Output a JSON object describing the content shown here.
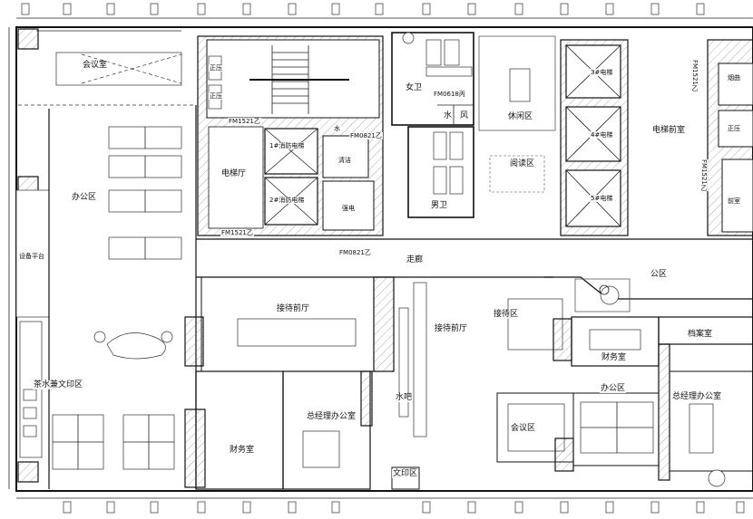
{
  "rooms": {
    "meeting_room": "会议室",
    "office_area": "办公区",
    "equipment_platform": "设备平台",
    "tea_print_area": "茶水兼文印区",
    "elevator_hall": "电梯厅",
    "elevator_1": "1#消防电梯",
    "elevator_2": "2#消防电梯",
    "cleaning": "清洁",
    "water": "水",
    "strong_electric": "强电",
    "female_wc": "女卫",
    "male_wc": "男卫",
    "water_small": "水",
    "wind_small": "风",
    "leisure_area": "休闲区",
    "reading_area": "阅读区",
    "elevator_3": "3#电梯",
    "elevator_4": "4#电梯",
    "elevator_5": "5#电梯",
    "elevator_lobby": "电梯前室",
    "smoke_exhaust": "烟曲",
    "positive_pressure_a": "正压",
    "positive_pressure_b": "正压",
    "positive_pressure_c": "正压",
    "lobby_front_room": "前室",
    "corridor": "走廊",
    "public_area": "公区",
    "reception_hall_left": "接待前厅",
    "reception_hall_right": "接待前厅",
    "reception_area": "接待区",
    "water_bar": "水吧",
    "finance_room_left": "财务室",
    "gm_office_left": "总经理办公室",
    "print_area": "文印区",
    "archive_room": "档案室",
    "finance_room_right": "财务室",
    "office_area_right": "办公区",
    "gm_office_right": "总经理办公室",
    "meeting_area": "会议区"
  },
  "door_tags": {
    "fm1521_a": "FM1521乙",
    "fm1521_b": "FM1521乙",
    "fm0821_a": "FM0821乙",
    "fm0821_b": "FM0821乙",
    "fm0618": "FM0618丙",
    "fm1521_c": "FM1521乙",
    "fm1521_d": "FM1521乙"
  }
}
